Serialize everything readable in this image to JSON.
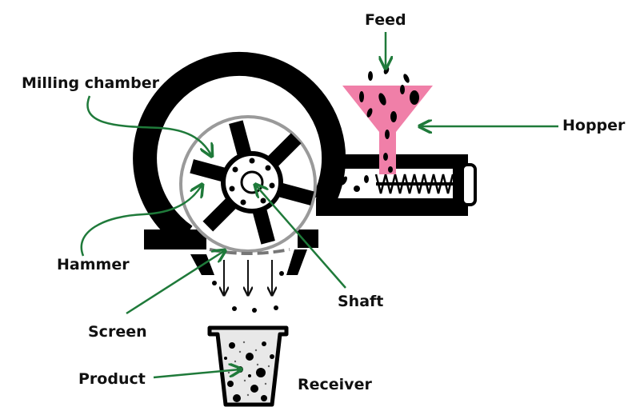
{
  "labels": {
    "feed": "Feed",
    "milling_chamber": "Milling chamber",
    "hopper": "Hopper",
    "hammer": "Hammer",
    "shaft": "Shaft",
    "screen": "Screen",
    "product": "Product",
    "receiver": "Receiver"
  },
  "colors": {
    "housing": "#000000",
    "hopper": "#f07fa8",
    "arrow": "#1f7a3a",
    "screen": "#777777",
    "text": "#111111"
  }
}
